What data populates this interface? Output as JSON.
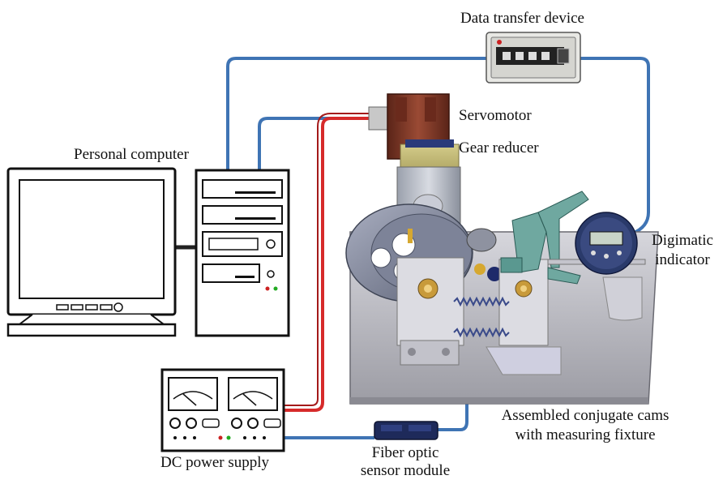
{
  "labels": {
    "data_transfer_device": "Data transfer device",
    "servomotor": "Servomotor",
    "gear_reducer": "Gear reducer",
    "personal_computer": "Personal computer",
    "digimatic_line1": "Digimatic",
    "digimatic_line2": "indicator",
    "cams_line1": "Assembled conjugate cams",
    "cams_line2": "with measuring fixture",
    "dc_power_supply": "DC power supply",
    "fiber_line1": "Fiber optic",
    "fiber_line2": "sensor module"
  },
  "colors": {
    "blue_cable": "#4a86c8",
    "red_cable": "#d42a2a",
    "base_plate": "#b9b9bf",
    "cam": "#8a90a4",
    "servo": "#7a3a2a",
    "fixture": "#6fa8a0"
  }
}
